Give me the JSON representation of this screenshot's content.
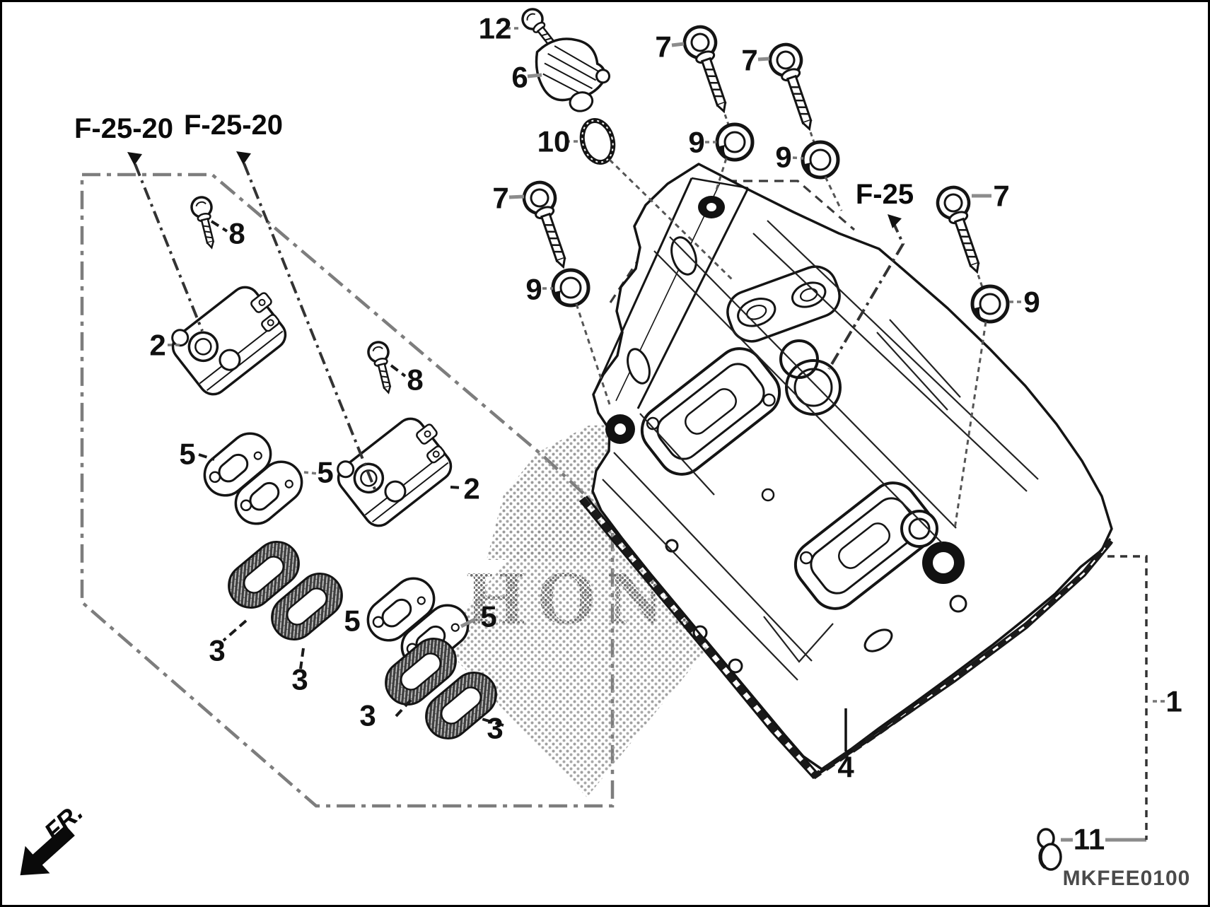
{
  "frame": {
    "code": "MKFEE0100",
    "watermark": "HONDA",
    "direction": "FR."
  },
  "refs": [
    {
      "label": "F-25-20"
    },
    {
      "label": "F-25-20"
    },
    {
      "label": "F-25"
    }
  ],
  "callouts": [
    {
      "label": "12"
    },
    {
      "label": "6"
    },
    {
      "label": "10"
    },
    {
      "label": "7"
    },
    {
      "label": "7"
    },
    {
      "label": "9"
    },
    {
      "label": "9"
    },
    {
      "label": "7"
    },
    {
      "label": "9"
    },
    {
      "label": "7"
    },
    {
      "label": "9"
    },
    {
      "label": "8"
    },
    {
      "label": "2"
    },
    {
      "label": "8"
    },
    {
      "label": "2"
    },
    {
      "label": "5"
    },
    {
      "label": "5"
    },
    {
      "label": "5"
    },
    {
      "label": "5"
    },
    {
      "label": "3"
    },
    {
      "label": "3"
    },
    {
      "label": "3"
    },
    {
      "label": "3"
    },
    {
      "label": "4"
    },
    {
      "label": "11"
    },
    {
      "label": "1"
    }
  ]
}
